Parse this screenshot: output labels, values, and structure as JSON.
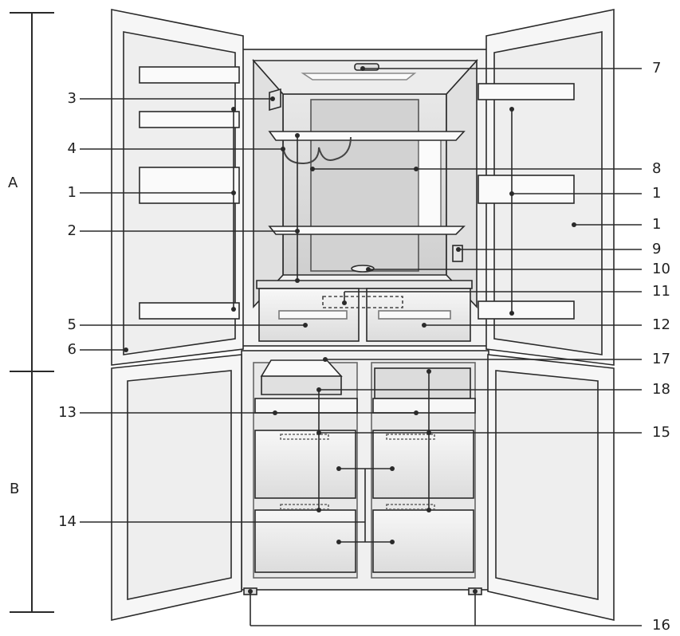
{
  "sections": {
    "a": "A",
    "b": "B"
  },
  "callouts": {
    "c1_left": "1",
    "c1_right_a": "1",
    "c1_right_b": "1",
    "c2": "2",
    "c3": "3",
    "c4": "4",
    "c5": "5",
    "c6": "6",
    "c7": "7",
    "c8": "8",
    "c9": "9",
    "c10": "10",
    "c11": "11",
    "c12": "12",
    "c13": "13",
    "c14": "14",
    "c15": "15",
    "c16": "16",
    "c17": "17",
    "c18": "18"
  },
  "colors": {
    "line": "#2a2a2a",
    "panel": "#f4f4f4",
    "shade": "#d9d9d9",
    "dark": "#bdbdbd"
  }
}
